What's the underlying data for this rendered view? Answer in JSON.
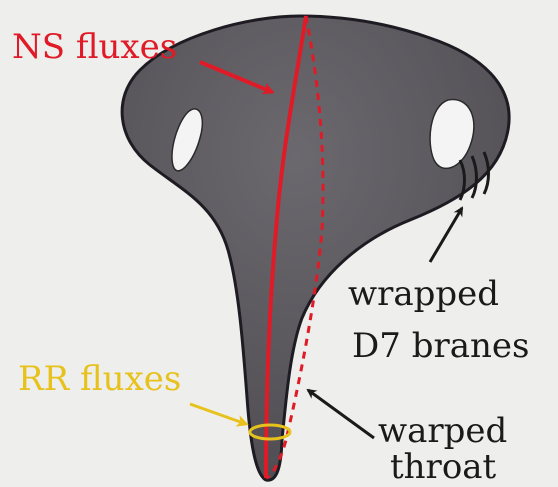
{
  "colors": {
    "background": "#eeeeec",
    "manifold_fill": "#5d5b60",
    "manifold_edge": "#1e1c22",
    "ns_flux": "#e01a26",
    "rr_flux": "#e8c21c",
    "annotation": "#1a1a1a"
  },
  "labels": {
    "ns_fluxes": "NS fluxes",
    "rr_fluxes": "RR fluxes",
    "wrapped": "wrapped",
    "d7_branes": "D7 branes",
    "warped": "warped",
    "throat": "throat"
  },
  "icons": {
    "hole": "white-hole",
    "brane": "curved-lines",
    "arrow": "arrow"
  }
}
